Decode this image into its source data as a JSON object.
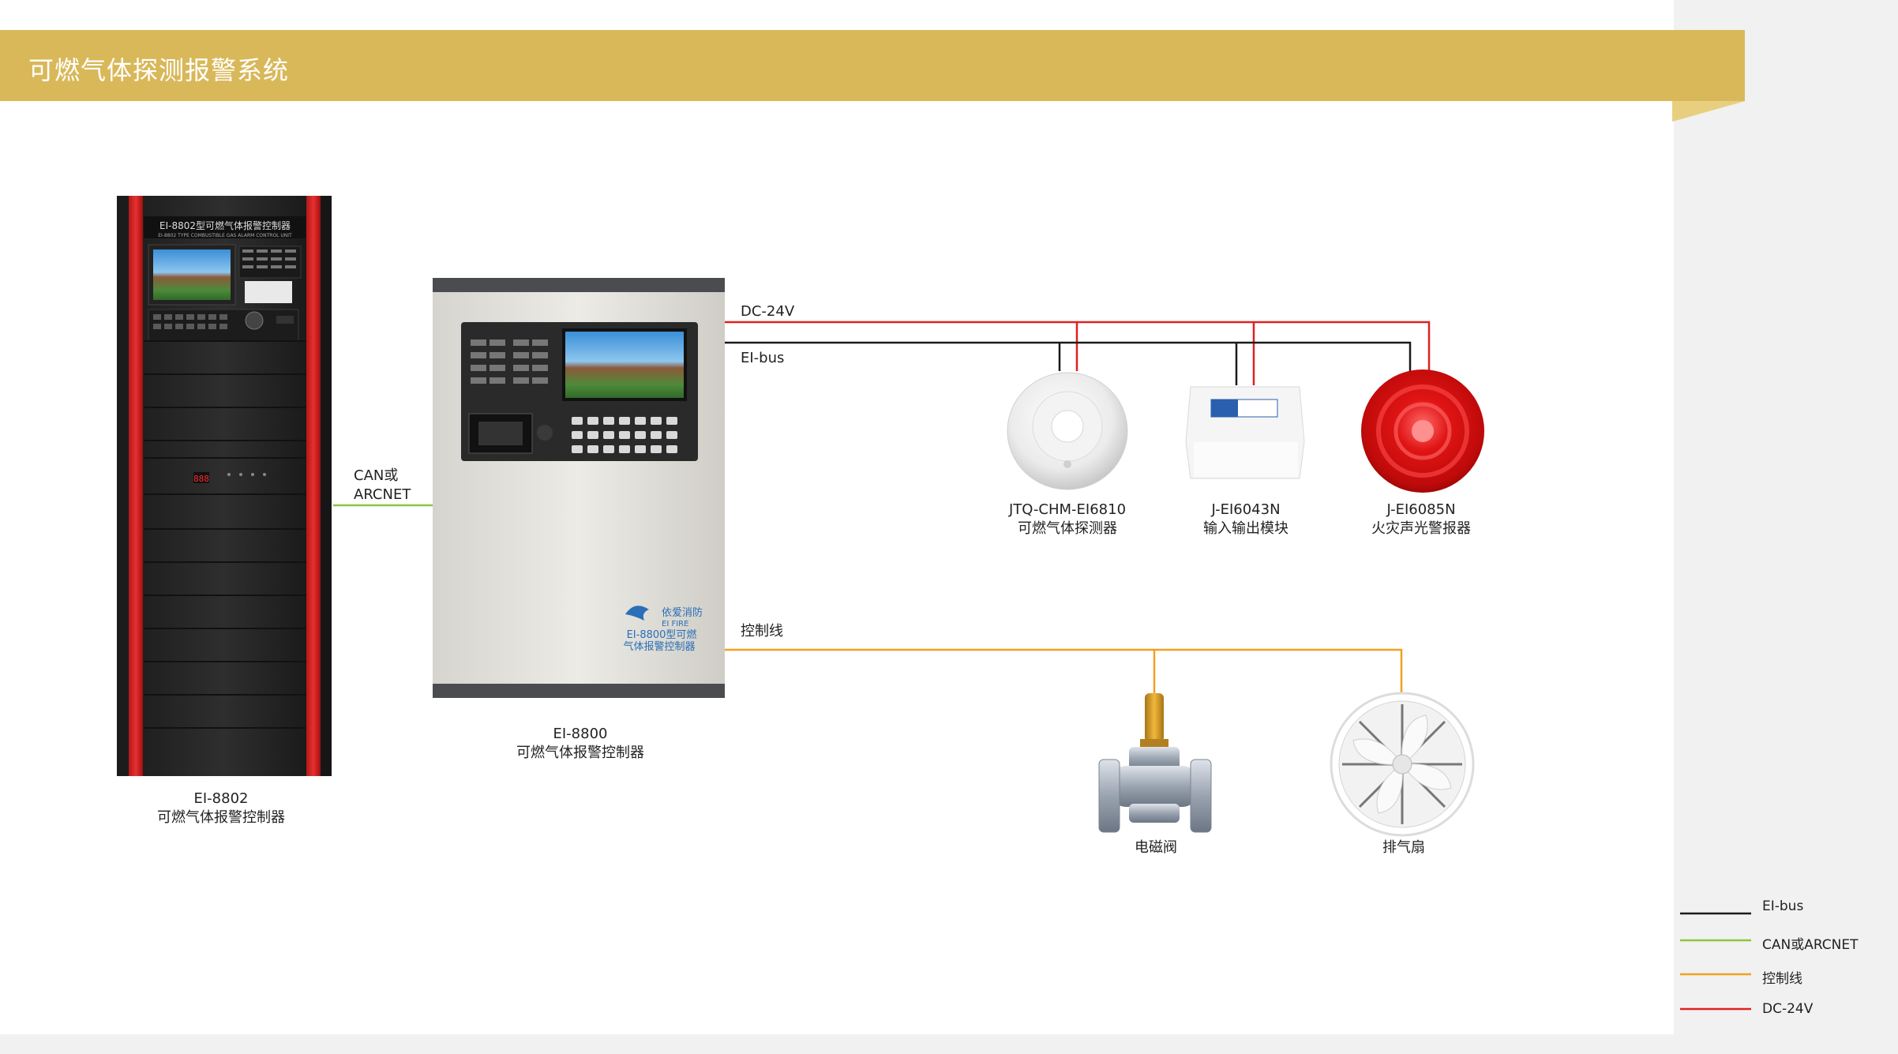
{
  "header": {
    "title": "可燃气体探测报警系统"
  },
  "devices": {
    "cabinet": {
      "model": "EI-8802",
      "name": "可燃气体报警控制器",
      "panel_title": "EI-8802型可燃气体报警控制器",
      "panel_subtitle": "EI-8802 TYPE COMBUSTIBLE GAS ALARM CONTROL UNIT",
      "display": "888"
    },
    "controller": {
      "model": "EI-8800",
      "name": "可燃气体报警控制器",
      "brand_cn": "依爱消防",
      "brand_en": "EI FIRE",
      "panel_line1": "EI-8800型可燃",
      "panel_line2": "气体报警控制器"
    },
    "detector": {
      "model": "JTQ-CHM-EI6810",
      "name": "可燃气体探测器"
    },
    "module": {
      "model": "J-EI6043N",
      "name": "输入输出模块"
    },
    "alarm": {
      "model": "J-EI6085N",
      "name": "火灾声光警报器"
    },
    "valve": {
      "name": "电磁阀"
    },
    "fan": {
      "name": "排气扇"
    }
  },
  "wires": {
    "dc24v": "DC-24V",
    "eibus": "EI-bus",
    "can_line1": "CAN或",
    "can_line2": "ARCNET",
    "control": "控制线"
  },
  "legend": [
    {
      "label": "EI-bus",
      "color": "#1a1a1a"
    },
    {
      "label": "CAN或ARCNET",
      "color": "#8cc63f"
    },
    {
      "label": "控制线",
      "color": "#f0a020"
    },
    {
      "label": "DC-24V",
      "color": "#e02020"
    }
  ],
  "colors": {
    "header": "#d9b85a",
    "dc24v": "#e02020",
    "eibus": "#1a1a1a",
    "can": "#8cc63f",
    "control": "#f0a020"
  }
}
